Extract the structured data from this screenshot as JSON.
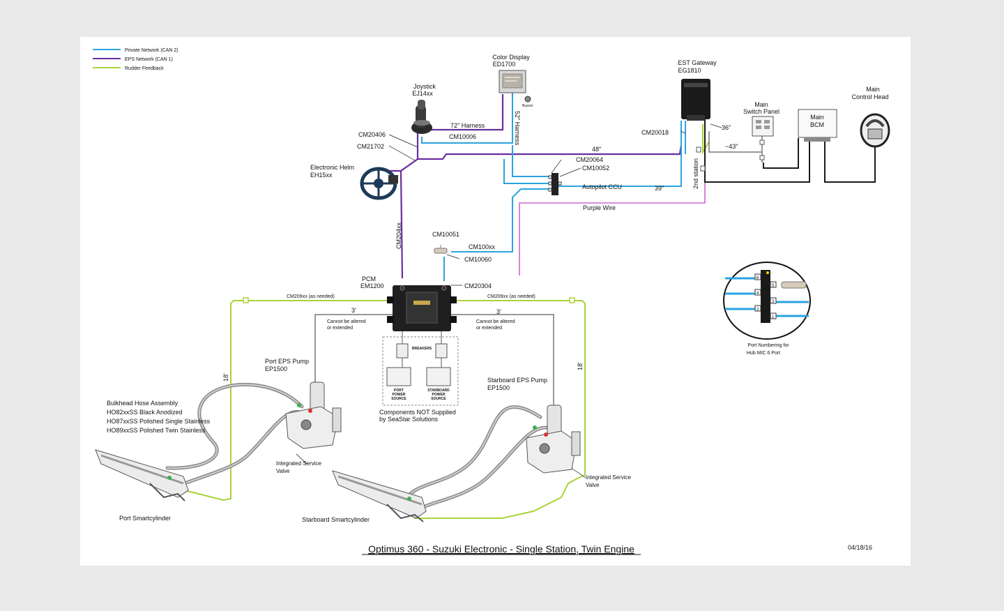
{
  "diagram": {
    "title": "Optimus 360 - Suzuki Electronic - Single Station, Twin Engine",
    "date": "04/18/16",
    "legend": [
      {
        "label": "Private Network (CAN 2)",
        "color": "#2aa3e0"
      },
      {
        "label": "EPS Network (CAN 1)",
        "color": "#6a2da0"
      },
      {
        "label": "Rudder Feedback",
        "color": "#a8d33a"
      }
    ],
    "components": {
      "color_display": [
        "Color Display",
        "ED1700"
      ],
      "joystick": [
        "Joystick",
        "EJ14xx"
      ],
      "est_gateway": [
        "EST Gateway",
        "EG1810"
      ],
      "main_switch_panel": [
        "Main",
        "Switch Panel"
      ],
      "main_bcm": [
        "Main",
        "BCM"
      ],
      "main_control_head": [
        "Main",
        "Control Head"
      ],
      "electronic_helm": [
        "Electronic Helm",
        "EH15xx"
      ],
      "pcm": [
        "PCM",
        "EM1200"
      ],
      "port_eps_pump": [
        "Port EPS Pump",
        "EP1500"
      ],
      "starboard_eps_pump": [
        "Starboard EPS Pump",
        "EP1500"
      ],
      "bulkhead_hose": [
        "Bulkhead Hose Assembly",
        "HO82xxSS  Black Anodized",
        "HO87xxSS  Polished Single Stainless",
        "HO89xxSS  Polished Twin Stainless"
      ],
      "port_smartcylinder": "Port Smartcylinder",
      "starboard_smartcylinder": "Starboard Smartcylinder",
      "not_supplied": [
        "Components NOT Supplied",
        "by SeaStar Solutions"
      ],
      "port_service_valve": [
        "Integrated Service",
        "Valve"
      ],
      "stbd_service_valve": [
        "Integrated Service",
        "Valve"
      ],
      "autopilot_ccu": "Autopilot CCU",
      "hub_caption": [
        "Port Numbering for",
        "Hub MIC 6 Port"
      ]
    },
    "wire_labels": {
      "h72": "72\" Harness",
      "h52": "52\" Harness",
      "cm10006": "CM10006",
      "cm20406": "CM20406",
      "cm21702": "CM21702",
      "l48": "48\"",
      "cm20018": "CM20018",
      "l36": "36\"",
      "l43": "~43\"",
      "cm20064": "CM20064",
      "cm10052": "CM10052",
      "l39": "39\"",
      "second_station": "2nd station",
      "purple_wire": "Purple Wire",
      "cm204xx": "CM204xx",
      "cm10051": "CM10051",
      "cm100xx": "CM100xx",
      "cm10060": "CM10060",
      "cm20304": "CM20304",
      "cm209_left": "CM209xx  (as needed)",
      "cm209_right": "CM209xx  (as needed)",
      "three_left": "3'",
      "three_right": "3'",
      "cannot_left": [
        "Cannot be altered",
        "or extended"
      ],
      "cannot_right": [
        "Cannot be altered",
        "or extended"
      ],
      "eighteen_left": "18'",
      "eighteen_right": "18'"
    },
    "small_text": {
      "breakers": "BREAKERS",
      "port_power": [
        "PORT",
        "POWER",
        "SOURCE"
      ],
      "stbd_power": [
        "STARBOARD",
        "POWER",
        "SOURCE"
      ],
      "buzzer": "Buzzer",
      "hub_ports": [
        "6",
        "5",
        "4",
        "3",
        "2",
        "1"
      ]
    }
  }
}
